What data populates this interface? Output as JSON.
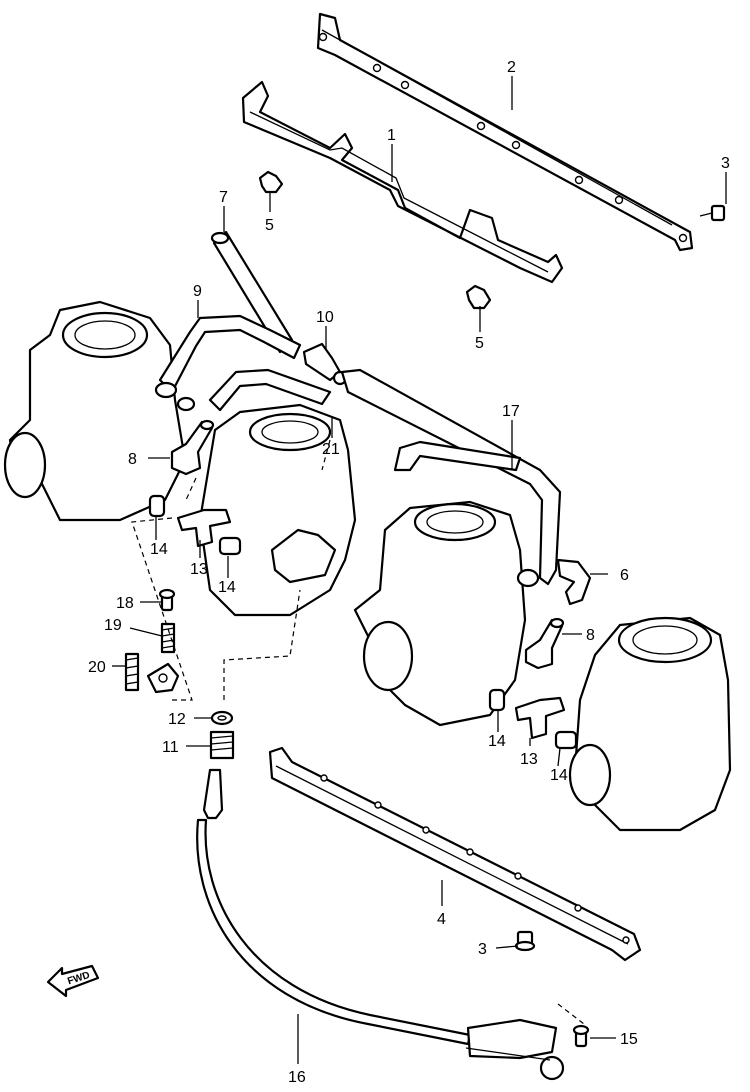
{
  "callouts": {
    "c1": "1",
    "c2": "2",
    "c3a": "3",
    "c3b": "3",
    "c4": "4",
    "c5a": "5",
    "c5b": "5",
    "c6": "6",
    "c7": "7",
    "c8a": "8",
    "c8b": "8",
    "c9": "9",
    "c10": "10",
    "c11": "11",
    "c12": "12",
    "c13a": "13",
    "c13b": "13",
    "c14a": "14",
    "c14b": "14",
    "c14c": "14",
    "c14d": "14",
    "c15": "15",
    "c16": "16",
    "c17": "17",
    "c18": "18",
    "c19": "19",
    "c20": "20",
    "c21": "21"
  },
  "fwd_label": "FWD"
}
